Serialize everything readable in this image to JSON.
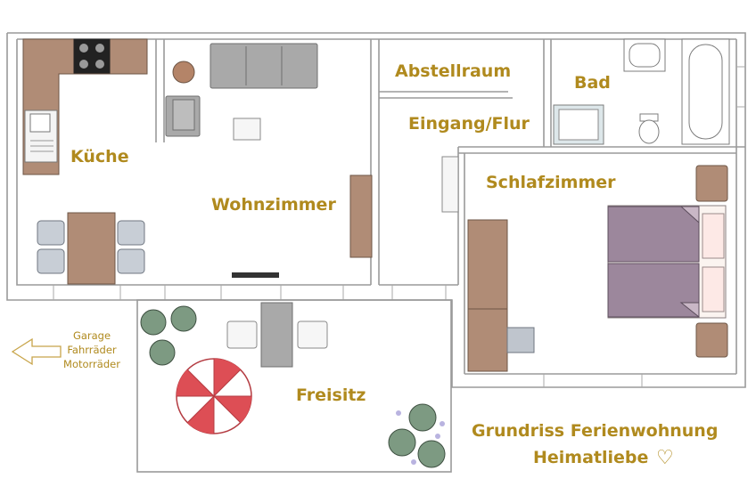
{
  "rooms": {
    "kueche": "Küche",
    "wohnzimmer": "Wohnzimmer",
    "abstellraum": "Abstellraum",
    "bad": "Bad",
    "eingang": "Eingang/Flur",
    "schlafzimmer": "Schlafzimmer",
    "freisitz": "Freisitz"
  },
  "garage": {
    "line1": "Garage",
    "line2": "Fahrräder",
    "line3": "Motorräder"
  },
  "caption": {
    "line1": "Grundriss Ferienwohnung",
    "line2": "Heimatliebe",
    "heart": "♡"
  },
  "colors": {
    "label": "#b08a1e",
    "furniture_brown": "#b08c76",
    "bed_purple": "#9c879c",
    "umbrella_red": "#dd4e55"
  },
  "icons": [
    "stove-icon",
    "sink-icon",
    "shower-icon",
    "toilet-icon",
    "bathtub-icon",
    "washbasin-icon",
    "umbrella-icon",
    "shrub-icon",
    "arrow-left-icon",
    "heart-icon"
  ]
}
